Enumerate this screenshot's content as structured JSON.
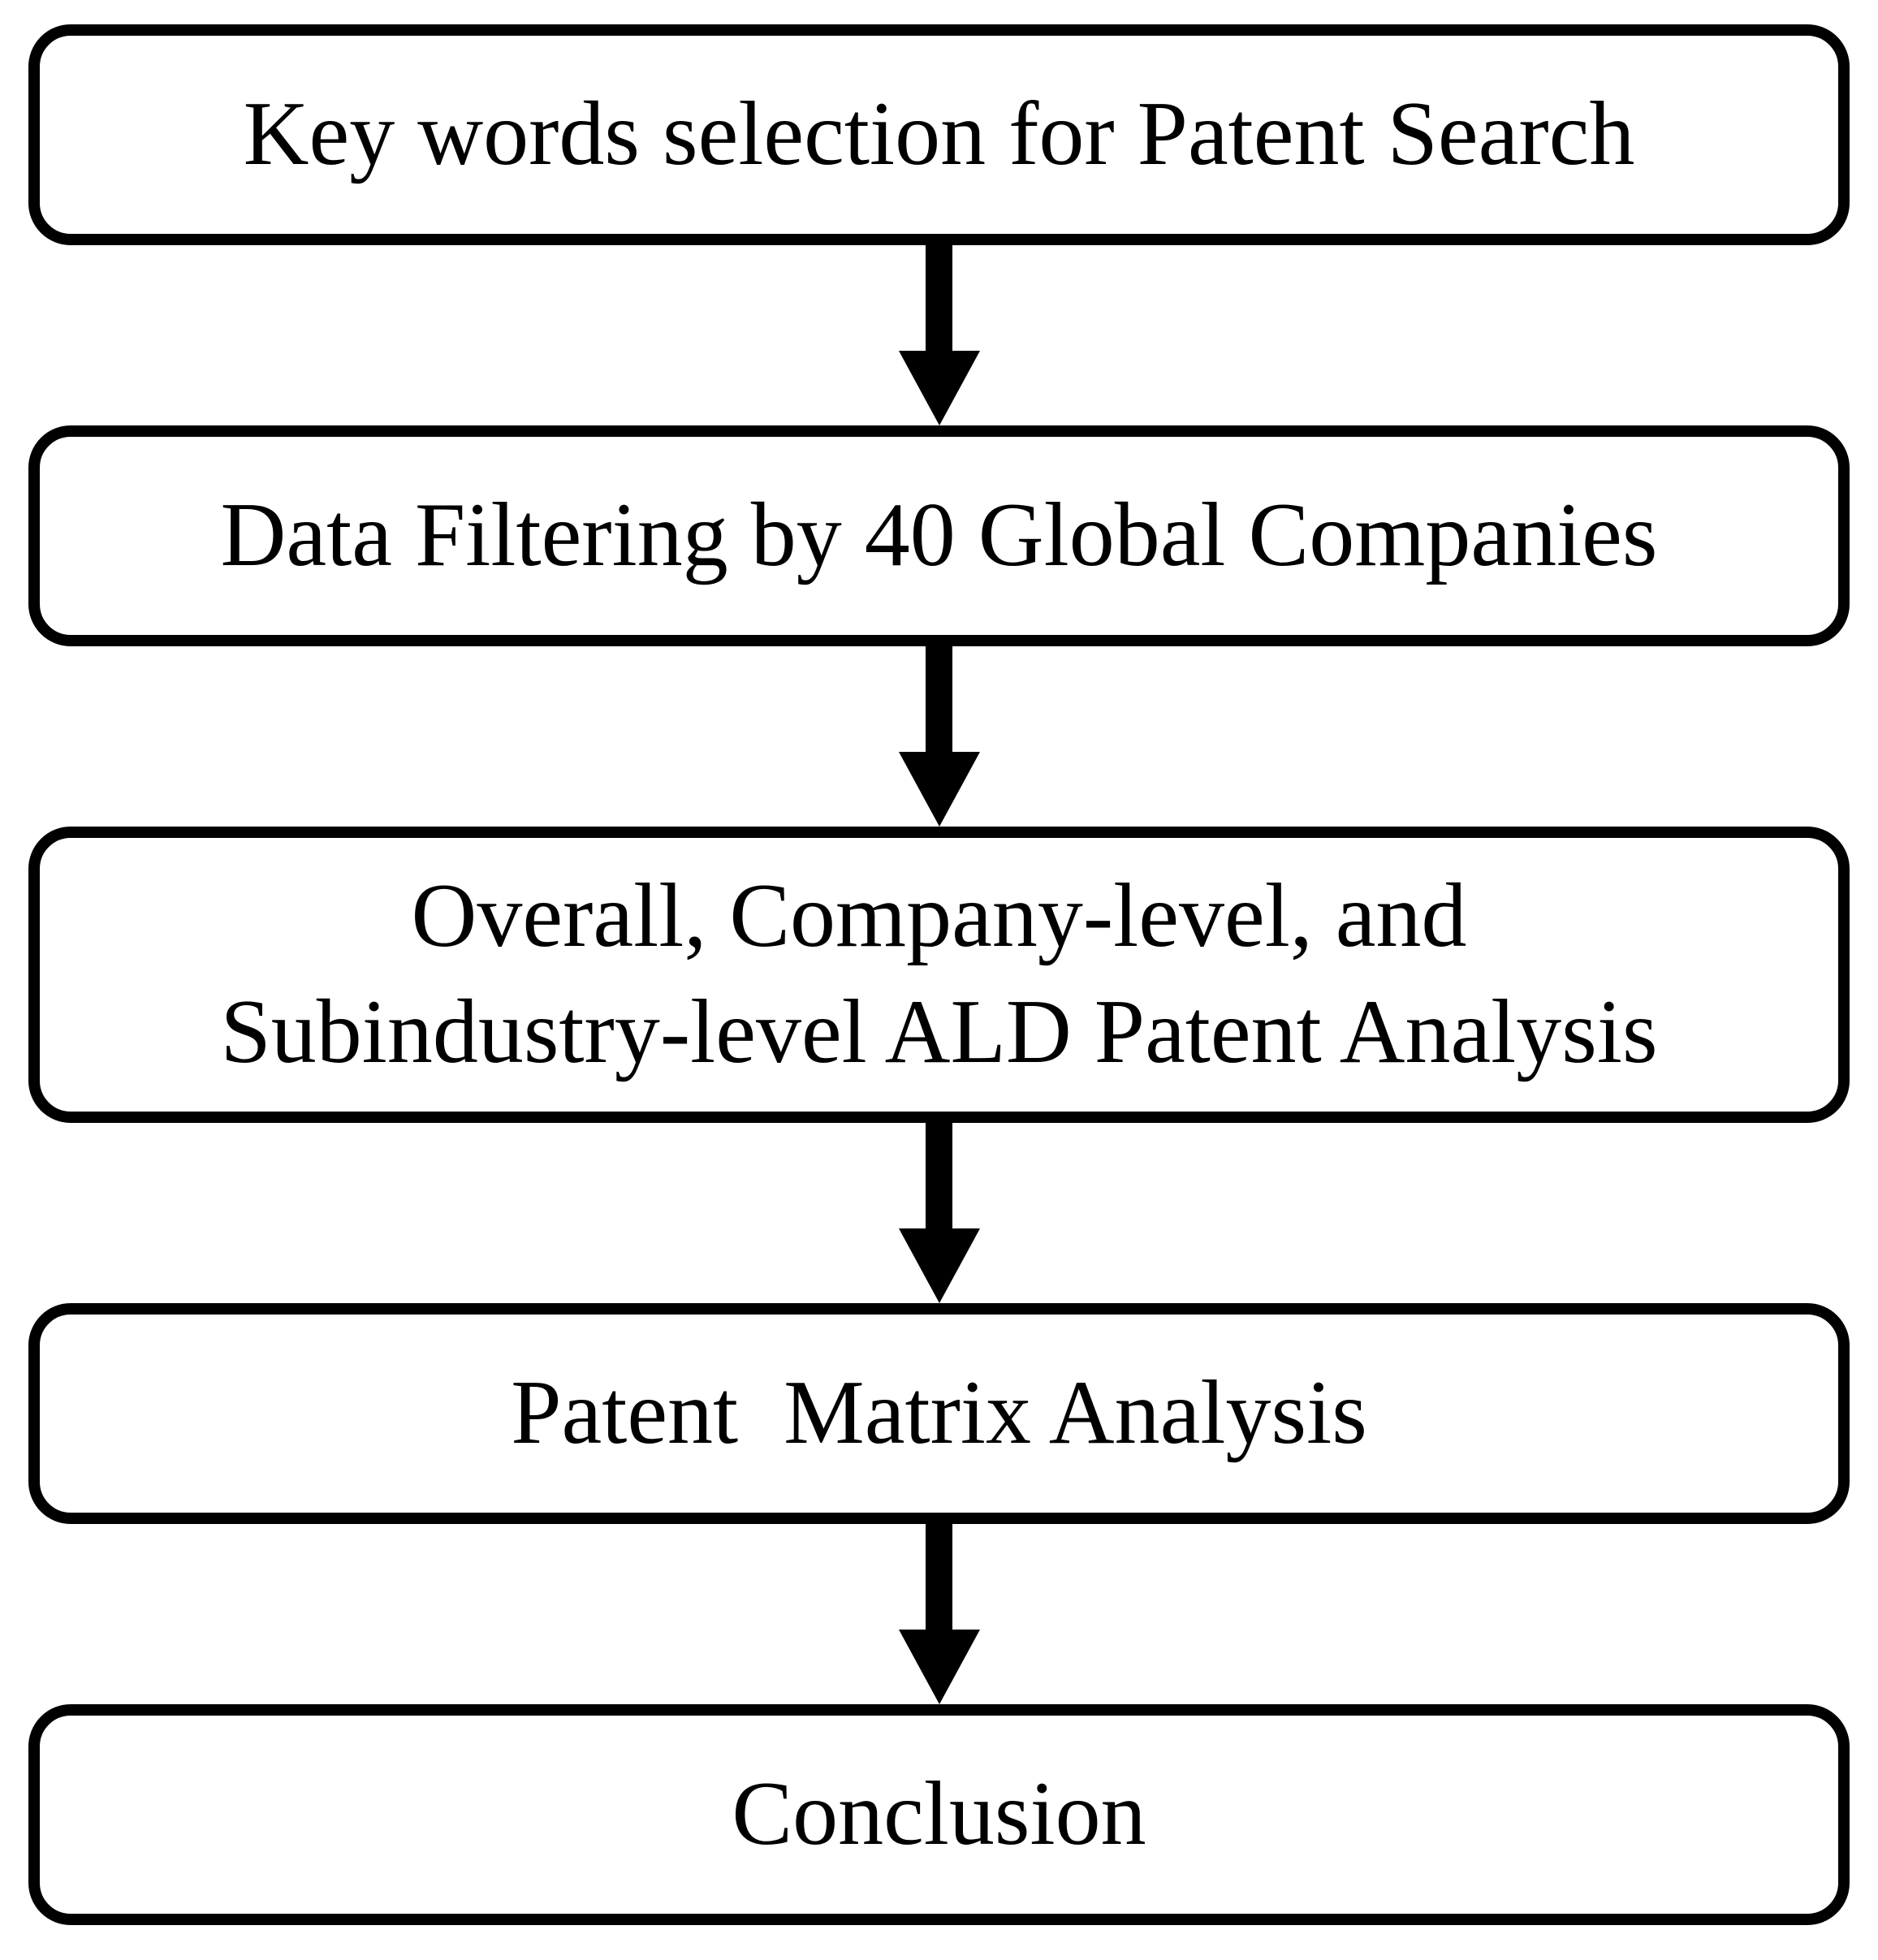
{
  "colors": {
    "stroke": "#000000",
    "text": "#000000",
    "background": "#ffffff"
  },
  "diagram": {
    "type": "flowchart",
    "direction": "top-down",
    "steps": [
      {
        "label": "Key words selection for Patent Search"
      },
      {
        "label": "Data Filtering by 40 Global Companies"
      },
      {
        "label": "Overall, Company-level, and\nSubindustry-level ALD Patent Analysis"
      },
      {
        "label": "Patent  Matrix Analysis"
      },
      {
        "label": "Conclusion"
      }
    ],
    "connectors": [
      {
        "from": 0,
        "to": 1,
        "shape": "down-arrow"
      },
      {
        "from": 1,
        "to": 2,
        "shape": "down-arrow"
      },
      {
        "from": 2,
        "to": 3,
        "shape": "down-arrow"
      },
      {
        "from": 3,
        "to": 4,
        "shape": "down-arrow"
      }
    ]
  }
}
